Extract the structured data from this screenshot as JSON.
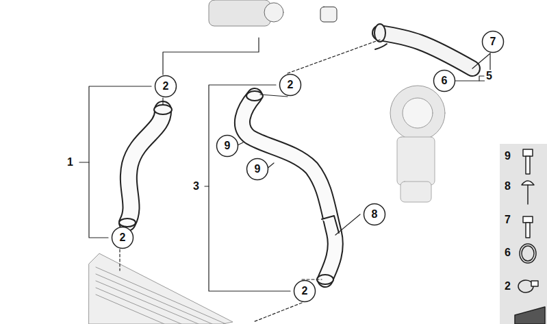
{
  "diagram": {
    "nodes": [
      {
        "text": [
          "2"
        ]
      },
      {
        "text": [
          "2"
        ]
      },
      {
        "text": [
          "7"
        ]
      },
      {
        "text": [
          "6"
        ]
      },
      {
        "text": [
          "9"
        ]
      },
      {
        "text": [
          "9"
        ]
      },
      {
        "text": [
          "8"
        ]
      },
      {
        "text": [
          "2"
        ]
      },
      {
        "text": [
          "2"
        ]
      }
    ],
    "labels": [
      "1",
      "5",
      "3",
      "9",
      "8",
      "7",
      "6",
      "2"
    ]
  }
}
